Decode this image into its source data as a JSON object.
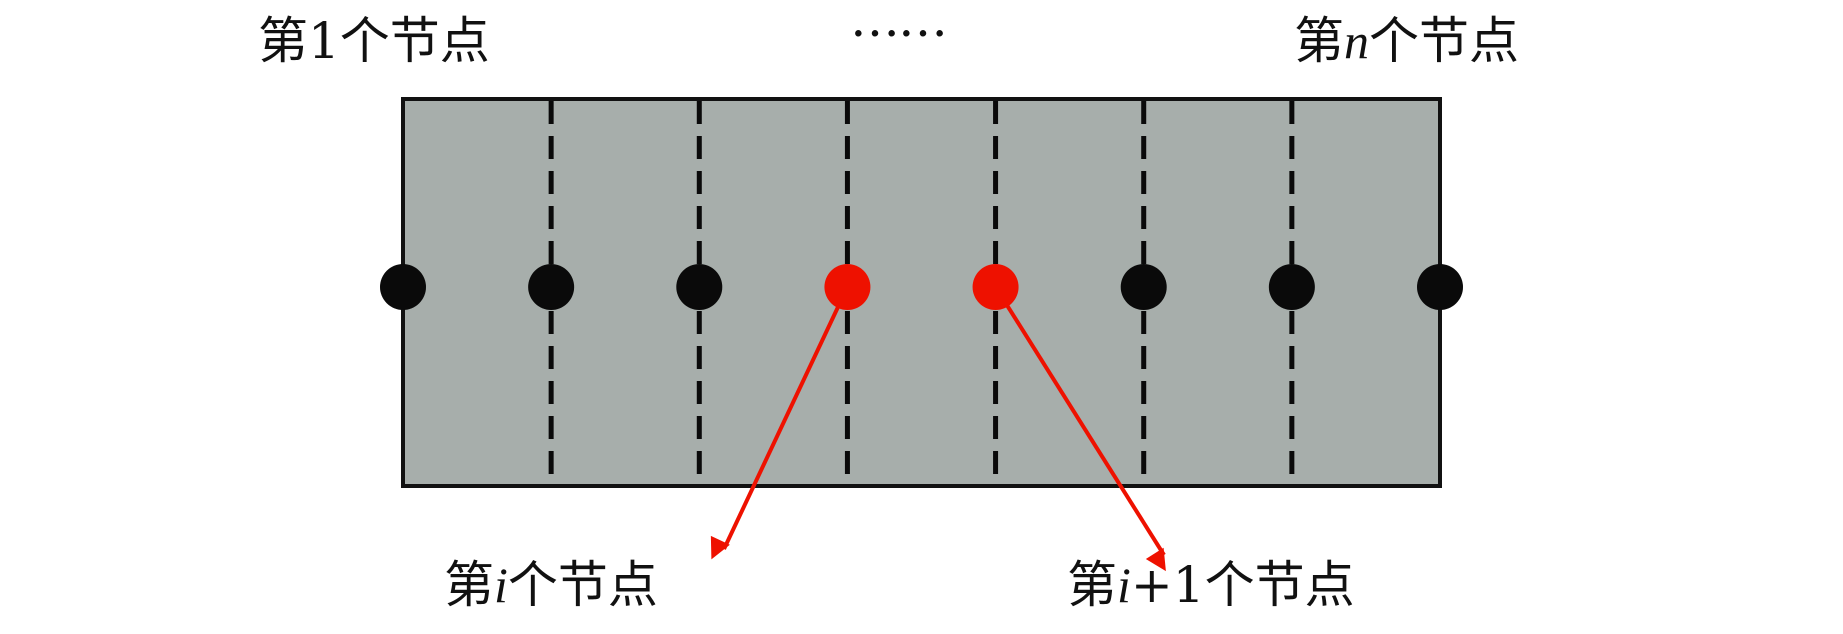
{
  "labels": {
    "first_node": "第1个节点",
    "ellipsis": "……",
    "nth_node": {
      "prefix": "第",
      "var": "n",
      "suffix": "个节点"
    },
    "ith_node": {
      "prefix": "第",
      "var": "i",
      "suffix": "个节点"
    },
    "i_plus_1_node": {
      "prefix": "第",
      "var": "i",
      "mid": "+1",
      "suffix": "个节点"
    }
  },
  "nodes": {
    "count": 8,
    "highlighted": [
      3,
      4
    ]
  },
  "colors": {
    "bar_fill": "#a7aeab",
    "node": "#0a0a0a",
    "highlight": "#ee1100",
    "border": "#111111"
  }
}
